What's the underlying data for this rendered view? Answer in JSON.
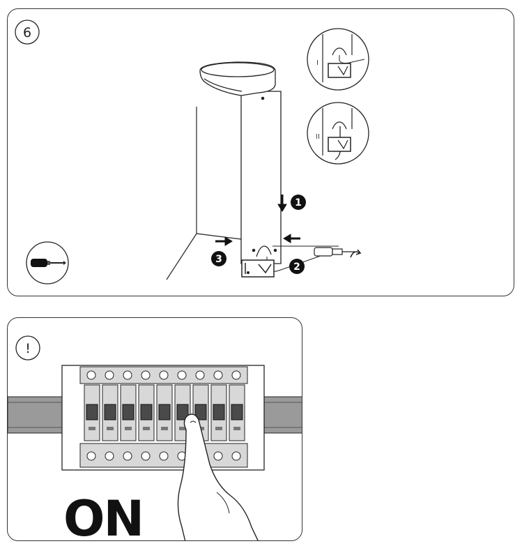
{
  "step": {
    "number": "6",
    "detail_labels": [
      "I",
      "II"
    ],
    "callouts": [
      "1",
      "2",
      "3"
    ]
  },
  "warning": {
    "symbol": "!",
    "label": "ON"
  },
  "icons": {
    "tool": "screwdriver-icon",
    "arrow": "arrow-icon",
    "rotate": "rotate-icon"
  },
  "colors": {
    "line": "#222222",
    "callout_fill": "#111111",
    "rail": "#9a9a9a",
    "breaker_body": "#d8d8d8",
    "breaker_switch": "#4a4a4a"
  }
}
